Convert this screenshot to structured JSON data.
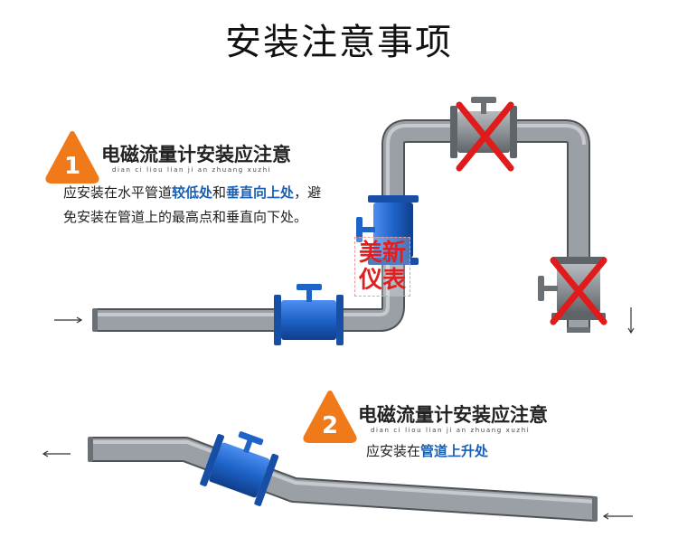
{
  "title": "安装注意事项",
  "section1": {
    "number": "1",
    "heading": "电磁流量计安装应注意",
    "pinyin": "dian ci liou lian ji an zhuang xuzhi",
    "desc_part1": "应安装在水平管道",
    "desc_hl1": "较低处",
    "desc_part2": "和",
    "desc_hl2": "垂直向上处",
    "desc_part3": "，避免安装在管道上的最高点和垂直向下处。"
  },
  "section2": {
    "number": "2",
    "heading": "电磁流量计安装应注意",
    "pinyin": "dian ci liou lian ji an zhuang xuzhi",
    "desc_part1": "应安装在",
    "desc_hl1": "管道上升处"
  },
  "watermark": {
    "line1": "美新",
    "line2": "仪表"
  },
  "colors": {
    "pipe": "#8a8f94",
    "meter": "#1e63c8",
    "badge": "#f07a1a",
    "cross": "#e01b1b",
    "highlight": "#1a5fb4"
  }
}
